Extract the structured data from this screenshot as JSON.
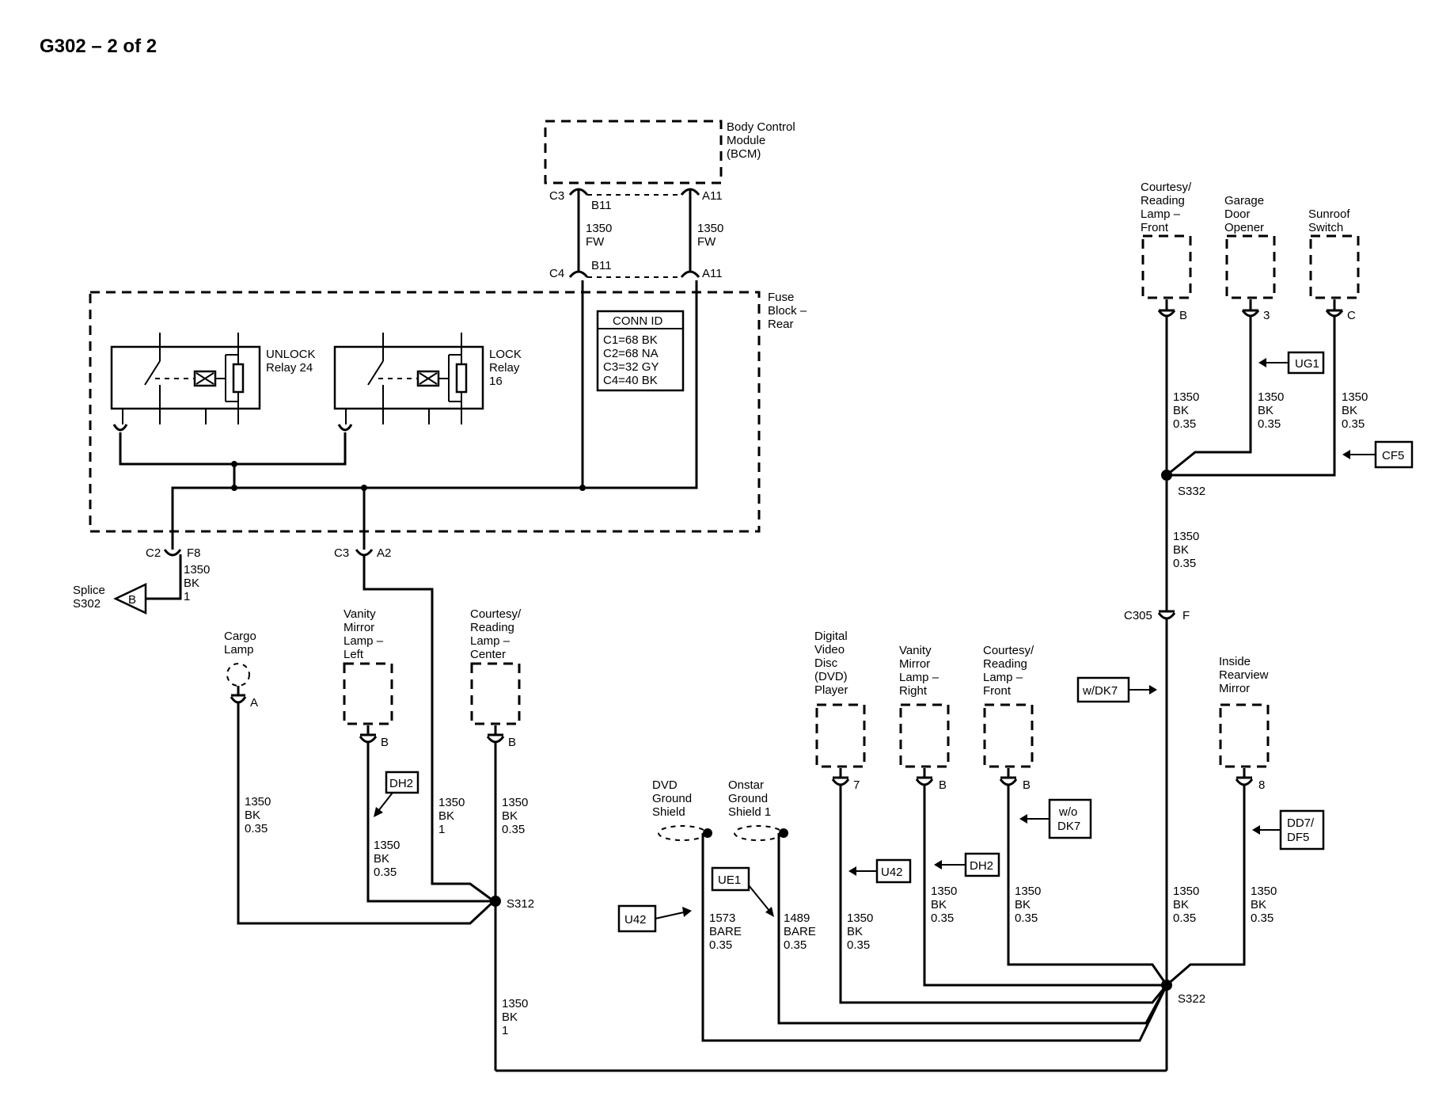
{
  "title": "G302 – 2 of 2",
  "modules": {
    "bcm": [
      "Body Control",
      "Module",
      "(BCM)"
    ],
    "fuse_block": [
      "Fuse",
      "Block –",
      "Rear"
    ],
    "unlock_relay": [
      "UNLOCK",
      "Relay 24"
    ],
    "lock_relay": [
      "LOCK",
      "Relay",
      "16"
    ],
    "conn_id": {
      "header": "CONN ID",
      "lines": [
        "C1=68 BK",
        "C2=68 NA",
        "C3=32 GY",
        "C4=40 BK"
      ]
    },
    "courtesy_front_top": [
      "Courtesy/",
      "Reading",
      "Lamp –",
      "Front"
    ],
    "garage_door": [
      "Garage",
      "Door",
      "Opener"
    ],
    "sunroof": [
      "Sunroof",
      "Switch"
    ],
    "cargo_lamp": [
      "Cargo",
      "Lamp"
    ],
    "vanity_left": [
      "Vanity",
      "Mirror",
      "Lamp –",
      "Left"
    ],
    "courtesy_center": [
      "Courtesy/",
      "Reading",
      "Lamp –",
      "Center"
    ],
    "dvd_player": [
      "Digital",
      "Video",
      "Disc",
      "(DVD)",
      "Player"
    ],
    "vanity_right": [
      "Vanity",
      "Mirror",
      "Lamp –",
      "Right"
    ],
    "courtesy_front_bottom": [
      "Courtesy/",
      "Reading",
      "Lamp –",
      "Front"
    ],
    "inside_mirror": [
      "Inside",
      "Rearview",
      "Mirror"
    ],
    "dvd_shield": [
      "DVD",
      "Ground",
      "Shield"
    ],
    "onstar_shield": [
      "Onstar",
      "Ground",
      "Shield 1"
    ],
    "splice_s302": [
      "Splice",
      "S302"
    ]
  },
  "connectors": {
    "c3_top": "C3",
    "b11_top": "B11",
    "a11_top": "A11",
    "c4": "C4",
    "b11_bot": "B11",
    "a11_bot": "A11",
    "c2": "C2",
    "f8": "F8",
    "c3_mid": "C3",
    "a2": "A2",
    "pin_b_front": "B",
    "pin_3_garage": "3",
    "pin_c_sunroof": "C",
    "pin_a_cargo": "A",
    "pin_b_vanity_left": "B",
    "pin_b_center": "B",
    "pin_7_dvd": "7",
    "pin_b_vanity_right": "B",
    "pin_b_front_bottom": "B",
    "pin_8_mirror": "8",
    "c305": "C305",
    "f_c305": "F",
    "splice_letter": "B"
  },
  "splices": {
    "s332": "S332",
    "s312": "S312",
    "s322": "S322"
  },
  "wires": {
    "bcm_b11": [
      "1350",
      "FW"
    ],
    "bcm_a11": [
      "1350",
      "FW"
    ],
    "f8_wire": [
      "1350",
      "BK",
      "1"
    ],
    "front_top": [
      "1350",
      "BK",
      "0.35"
    ],
    "garage": [
      "1350",
      "BK",
      "0.35"
    ],
    "sunroof": [
      "1350",
      "BK",
      "0.35"
    ],
    "s332_c305": [
      "1350",
      "BK",
      "0.35"
    ],
    "cargo": [
      "1350",
      "BK",
      "0.35"
    ],
    "vanity_left": [
      "1350",
      "BK",
      "0.35"
    ],
    "a2_wire": [
      "1350",
      "BK",
      "1"
    ],
    "center": [
      "1350",
      "BK",
      "0.35"
    ],
    "s312_s322": [
      "1350",
      "BK",
      "1"
    ],
    "dvd_shield": [
      "1573",
      "BARE",
      "0.35"
    ],
    "onstar_shield": [
      "1489",
      "BARE",
      "0.35"
    ],
    "dvd_player": [
      "1350",
      "BK",
      "0.35"
    ],
    "vanity_right": [
      "1350",
      "BK",
      "0.35"
    ],
    "front_bottom": [
      "1350",
      "BK",
      "0.35"
    ],
    "c305_s322": [
      "1350",
      "BK",
      "0.35"
    ],
    "mirror": [
      "1350",
      "BK",
      "0.35"
    ]
  },
  "option_tags": {
    "ug1": "UG1",
    "cf5": "CF5",
    "wdk7": "w/DK7",
    "dh2_left": "DH2",
    "wo_dk7": [
      "w/o",
      "DK7"
    ],
    "u42_mid": "U42",
    "dh2_right": "DH2",
    "dd7_df5": [
      "DD7/",
      "DF5"
    ],
    "ue1": "UE1",
    "u42_left": "U42"
  }
}
